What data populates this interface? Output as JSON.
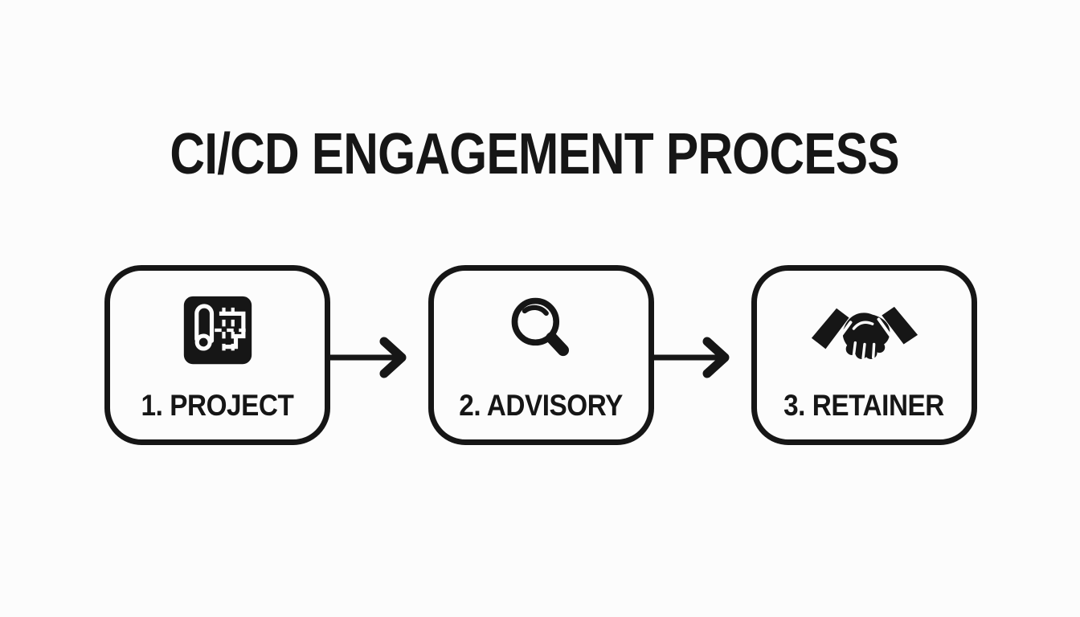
{
  "title": "CI/CD ENGAGEMENT PROCESS",
  "steps": [
    {
      "label": "1. PROJECT",
      "icon": "blueprint-icon"
    },
    {
      "label": "2. ADVISORY",
      "icon": "magnifier-icon"
    },
    {
      "label": "3. RETAINER",
      "icon": "handshake-icon"
    }
  ],
  "arrows": [
    {
      "name": "flow-arrow-1",
      "direction": "right"
    },
    {
      "name": "flow-arrow-2",
      "direction": "right"
    }
  ],
  "colors": {
    "ink": "#161616",
    "background": "#fcfcfc"
  }
}
